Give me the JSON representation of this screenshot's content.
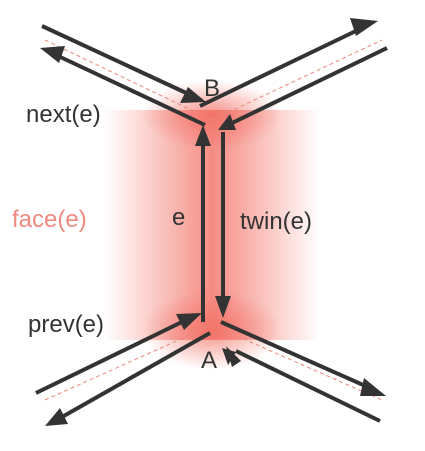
{
  "labels": {
    "vertex_top": "B",
    "vertex_bottom": "A",
    "next": "next(e)",
    "face": "face(e)",
    "edge": "e",
    "twin": "twin(e)",
    "prev": "prev(e)"
  },
  "colors": {
    "edge": "#333333",
    "face_label": "#f08a80",
    "face_glow": "#f26a5e",
    "dashed_line": "#e8877d"
  }
}
